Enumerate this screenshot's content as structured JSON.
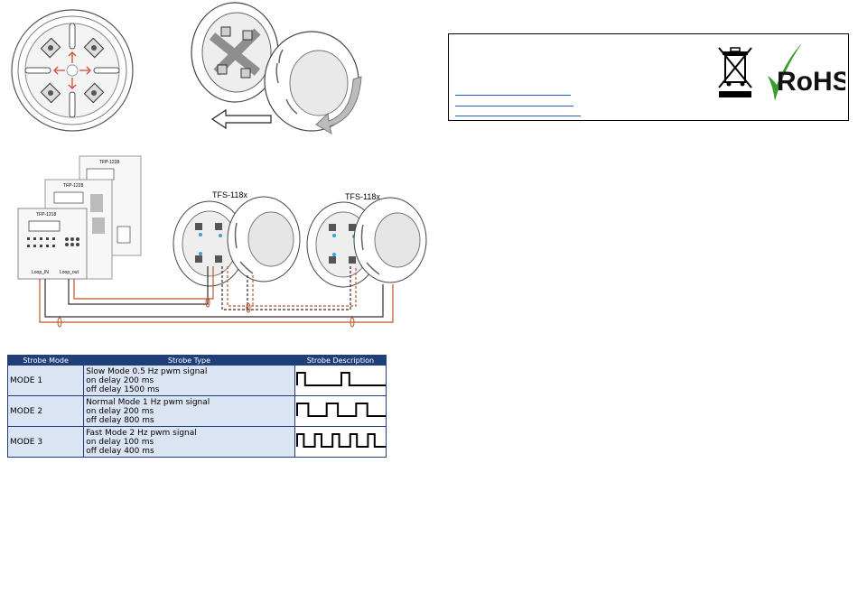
{
  "wiring": {
    "panels": [
      "TFP-1218",
      "TFP-1228",
      "TFP-1238"
    ],
    "terminal_labels": [
      "Loop_IN",
      "Loop_out"
    ],
    "detector_labels": [
      "TFS-118x",
      "TFS-118x"
    ]
  },
  "strobe_table": {
    "headers": [
      "Strobe Mode",
      "Strobe Type",
      "Strobe Description"
    ],
    "rows": [
      {
        "mode": "MODE 1",
        "type_lines": [
          "Slow Mode 0.5 Hz pwm signal",
          "on delay 200 ms",
          "off delay 1500 ms"
        ],
        "pulses_per_cell": 2
      },
      {
        "mode": "MODE 2",
        "type_lines": [
          "Normal Mode   1 Hz pwm signal",
          "on delay 200 ms",
          "off delay 800 ms"
        ],
        "pulses_per_cell": 3
      },
      {
        "mode": "MODE 3",
        "type_lines": [
          "Fast Mode  2 Hz pwm signal",
          "on delay 100 ms",
          "off delay 400 ms"
        ],
        "pulses_per_cell": 5
      }
    ]
  },
  "info_box": {
    "rohs_text": "RoHS"
  },
  "colors": {
    "table_header": "#1f3f7a",
    "table_cell": "#dbe4f3",
    "wire_red": "#c0532b",
    "wire_dark": "#3a2a2a",
    "arrow_blue": "#3aa0d8",
    "rohs_green": "#3a9b2e",
    "link_blue": "#2b59c3"
  }
}
